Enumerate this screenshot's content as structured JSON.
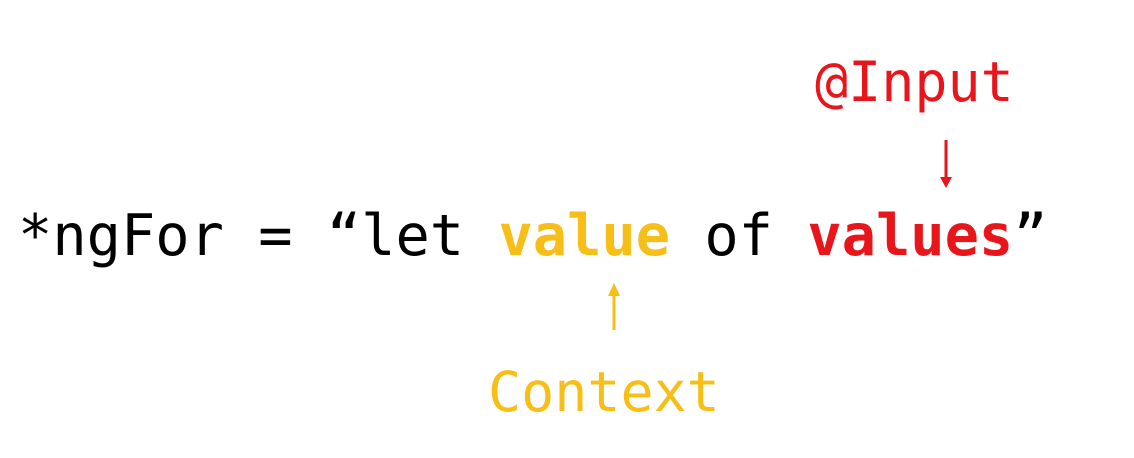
{
  "colors": {
    "text": "#000000",
    "context": "#F6BE17",
    "input": "#E8151B"
  },
  "annotations": {
    "input_label": "@Input",
    "context_label": "Context"
  },
  "code": {
    "prefix": "*ngFor = “let ",
    "context_token": "value",
    "middle": " of ",
    "input_token": "values",
    "suffix": "”"
  },
  "arrows": [
    {
      "name": "input-arrow",
      "direction": "down",
      "points_to": "values",
      "color_key": "input"
    },
    {
      "name": "context-arrow",
      "direction": "up",
      "points_to": "value",
      "color_key": "context"
    }
  ]
}
